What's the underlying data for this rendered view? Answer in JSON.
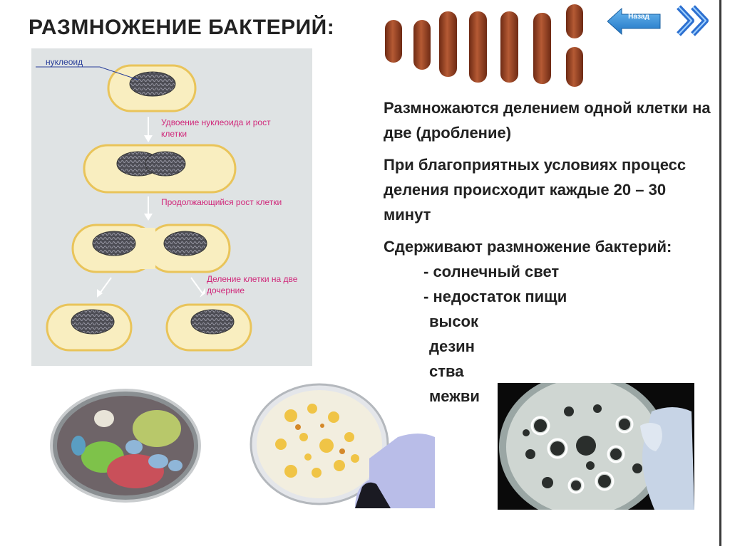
{
  "title": "РАЗМНОЖЕНИЕ БАКТЕРИЙ:",
  "nav": {
    "back_label": "Назад"
  },
  "diagram": {
    "nucleoid_label": "нуклеоид",
    "step1": "Удвоение нуклеоида и рост клетки",
    "step2": "Продолжающийся рост клетки",
    "step3": "Деление клетки на две дочерние"
  },
  "text": {
    "p1": "Размножаются  делением одной клетки на две (дробление)",
    "p2": "При благоприятных условиях процесс деления происходит каждые 20 – 30 минут",
    "p3": "Сдерживают размножение бактерий:",
    "items": [
      "- солнечный свет",
      "- недостаток пищи",
      "высок",
      "дезин",
      "ства",
      "межви"
    ]
  },
  "colors": {
    "accent_blue": "#2f8fd8",
    "label_pink": "#d0287a",
    "cell_fill": "#f9eec0",
    "cell_stroke": "#e9c45a",
    "rod": "#a0492a"
  }
}
